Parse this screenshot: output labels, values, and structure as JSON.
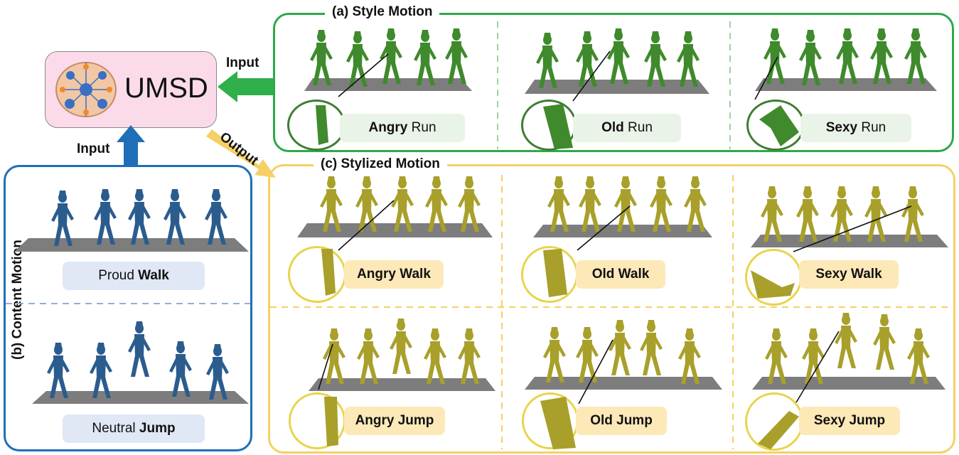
{
  "model": {
    "name": "UMSD"
  },
  "arrows": {
    "input_top": "Input",
    "input_left": "Input",
    "output": "Output"
  },
  "panels": {
    "style": {
      "title": "(a) Style Motion"
    },
    "content": {
      "title": "(b) Content Motion"
    },
    "stylized": {
      "title": "(c) Stylized Motion"
    }
  },
  "style_cells": [
    {
      "style": "Angry",
      "action": "Run"
    },
    {
      "style": "Old",
      "action": "Run"
    },
    {
      "style": "Sexy",
      "action": "Run"
    }
  ],
  "content_cells": [
    {
      "style": "Proud",
      "action": "Walk"
    },
    {
      "style": "Neutral",
      "action": "Jump"
    }
  ],
  "stylized_cells": [
    {
      "label": "Angry Walk"
    },
    {
      "label": "Old Walk"
    },
    {
      "label": "Sexy Walk"
    },
    {
      "label": "Angry Jump"
    },
    {
      "label": "Old Jump"
    },
    {
      "label": "Sexy Jump"
    }
  ],
  "colors": {
    "style": "#2ea84a",
    "content": "#1f6fb8",
    "stylized": "#f5d066",
    "figure_green": "#3f8a2c",
    "figure_blue": "#2b5c8e",
    "figure_yellow": "#a8a02a",
    "floor": "#7d7d7d"
  }
}
